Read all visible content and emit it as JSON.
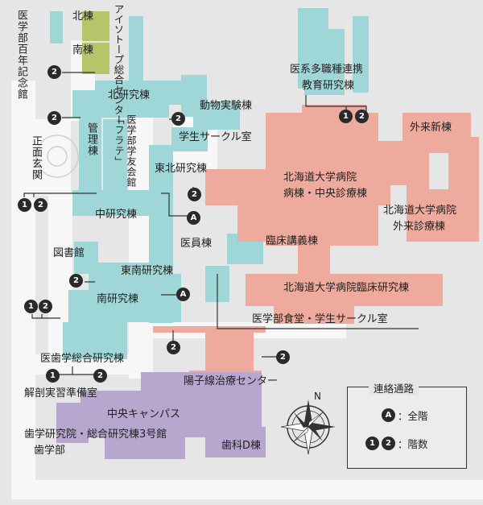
{
  "colors": {
    "background": "#e6e6e6",
    "road": "#f7f7f7",
    "teal": "#9fd6d8",
    "salmon": "#eeaa9c",
    "lavender": "#b7a6cd",
    "olive": "#b4c56a",
    "line": "#333333",
    "badge": "#2a2a2a"
  },
  "labels": {
    "kitatou": "北棟",
    "minamitou": "南棟",
    "isotope": "アイソトープ総合センター",
    "medical_century": "医学部百年記念館",
    "north_lab": "北研究棟",
    "animal_lab": "動物実験棟",
    "student_circle": "学生サークル室",
    "main_gate": "正面玄関",
    "admin": "管理棟",
    "frate_line1": "医学部学友会館",
    "frate_line2": "「フラテ」",
    "northeast_lab": "東北研究棟",
    "hokudai_hospital_1": "北海道大学病院",
    "hokudai_hospital_2": "病棟・中央診療棟",
    "outpatient_new": "外来新棟",
    "outpatient_main_1": "北海道大学病院",
    "outpatient_main_2": "外来診療棟",
    "middle_lab": "中研究棟",
    "staff": "医員棟",
    "clinical_lecture": "臨床講義棟",
    "library": "図書館",
    "southeast_lab": "東南研究棟",
    "clinical_research": "北海道大学病院臨床研究棟",
    "south_lab": "南研究棟",
    "cafeteria": "医学部食堂・学生サークル室",
    "medical_dental": "医歯学総合研究棟",
    "proton": "陽子線治療センター",
    "dissection": "解剖実習準備室",
    "central_campus": "中央キャンパス",
    "dental_line1": "歯学研究院・総合研究棟3号館",
    "dental_line2": "歯学部",
    "dental_d": "歯科D棟",
    "medical_edu_1": "医系多職種連携",
    "medical_edu_2": "教育研究棟",
    "compass_n": "N"
  },
  "legend": {
    "title": "連絡通路",
    "row1_badge": "A",
    "row1_text": "：全階",
    "row2_badge1": "1",
    "row2_badge2": "2",
    "row2_text": "：階数"
  },
  "badges": {
    "a": "A",
    "one": "1",
    "two": "2"
  }
}
